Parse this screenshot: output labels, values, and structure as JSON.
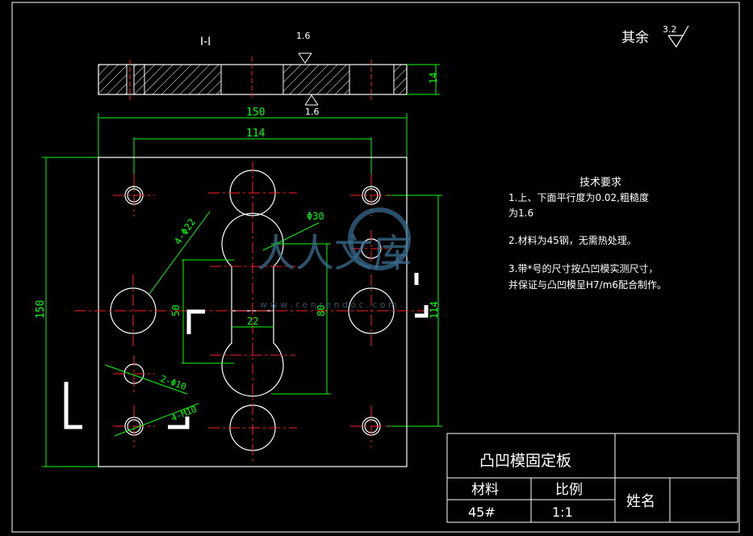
{
  "drawing": {
    "section_label": "I-I",
    "surface_finish_top": "1.6",
    "surface_finish_bottom": "1.6",
    "remaining_finish_label": "其余",
    "remaining_finish_value": "3.2",
    "dims": {
      "thickness": "14",
      "overall_width": "150",
      "hole_spacing": "114",
      "overall_height": "150",
      "right_spacing": "114",
      "slot_dia": "Φ30",
      "big_holes": "4-Φ22",
      "slot_length": "50",
      "slot_height": "80",
      "slot_width": "22",
      "pins": "2-Φ10",
      "threads": "4-M10"
    }
  },
  "tech_requirements": {
    "title": "技术要求",
    "line1a": "1.上、下面平行度为0.02,粗糙度",
    "line1b": "为1.6",
    "line2": "2.材料为45钢，无需热处理。",
    "line3a": "3.带*号的尺寸按凸凹模实测尺寸，",
    "line3b": "并保证与凸凹模呈H7/m6配合制作。"
  },
  "title_block": {
    "part_name": "凸凹模固定板",
    "material_label": "材料",
    "scale_label": "比例",
    "material_value": "45#",
    "scale_value": "1:1",
    "name_label": "姓名"
  },
  "watermark": {
    "text": "人人文库",
    "url": "w w w . r e n r e n d o c . c o m"
  }
}
